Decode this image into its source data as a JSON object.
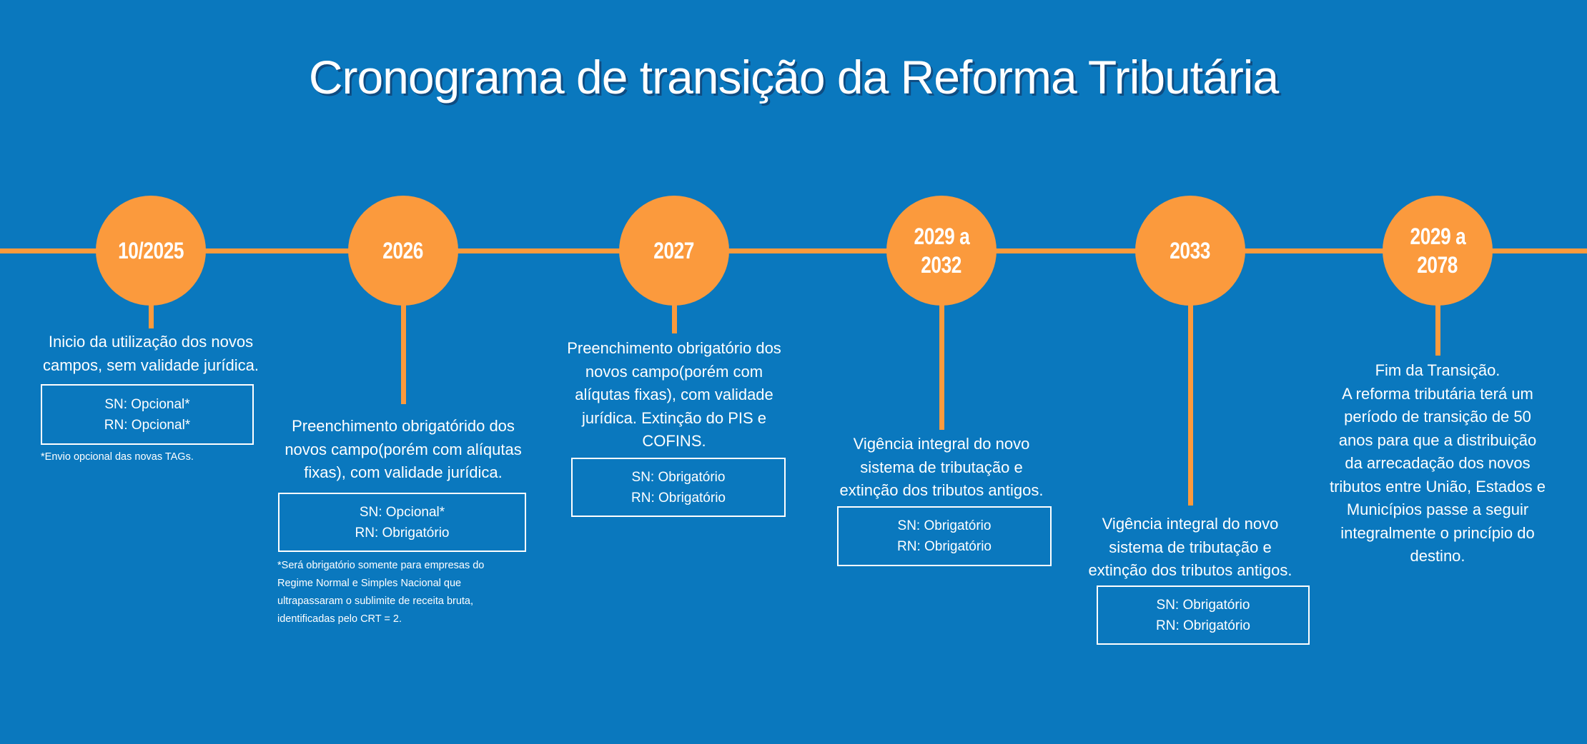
{
  "title": "Cronograma de transição da Reforma Tributária",
  "colors": {
    "background": "#0a78be",
    "accent": "#fb9a3d",
    "text": "#ffffff"
  },
  "milestones": [
    {
      "label_lines": [
        "10/2025"
      ],
      "description_lines": [
        "Inicio da utilização dos novos",
        "campos, sem validade jurídica."
      ],
      "status": {
        "sn": "SN: Opcional*",
        "rn": "RN: Opcional*"
      },
      "footnote_lines": [
        "*Envio opcional das novas TAGs."
      ]
    },
    {
      "label_lines": [
        "2026"
      ],
      "description_lines": [
        "Preenchimento obrigatórido dos",
        "novos campo(porém com alíqutas",
        "fixas), com validade jurídica."
      ],
      "status": {
        "sn": "SN: Opcional*",
        "rn": "RN: Obrigatório"
      },
      "footnote_lines": [
        "*Será obrigatório somente para empresas do",
        "Regime Normal e Simples Nacional que",
        "ultrapassaram o sublimite de receita bruta,",
        "identificadas pelo CRT = 2."
      ]
    },
    {
      "label_lines": [
        "2027"
      ],
      "description_lines": [
        "Preenchimento obrigatório dos",
        "novos campo(porém com",
        "alíqutas fixas), com validade",
        "jurídica. Extinção do PIS e",
        "COFINS."
      ],
      "status": {
        "sn": "SN: Obrigatório",
        "rn": "RN: Obrigatório"
      },
      "footnote_lines": []
    },
    {
      "label_lines": [
        "2029 a",
        "2032"
      ],
      "description_lines": [
        "Vigência integral do novo",
        "sistema de tributação e",
        "extinção dos tributos antigos."
      ],
      "status": {
        "sn": "SN: Obrigatório",
        "rn": "RN: Obrigatório"
      },
      "footnote_lines": []
    },
    {
      "label_lines": [
        "2033"
      ],
      "description_lines": [
        "Vigência integral do novo",
        "sistema de tributação e",
        "extinção dos tributos antigos."
      ],
      "status": {
        "sn": "SN: Obrigatório",
        "rn": "RN: Obrigatório"
      },
      "footnote_lines": []
    },
    {
      "label_lines": [
        "2029 a",
        "2078"
      ],
      "description_lines": [
        "Fim da Transição.",
        "A reforma tributária terá um",
        "período de transição de 50",
        "anos para que a distribuição",
        "da arrecadação dos novos",
        "tributos entre União, Estados e",
        "Municípios passe a seguir",
        "integralmente o princípio do",
        "destino."
      ],
      "status": null,
      "footnote_lines": []
    }
  ]
}
